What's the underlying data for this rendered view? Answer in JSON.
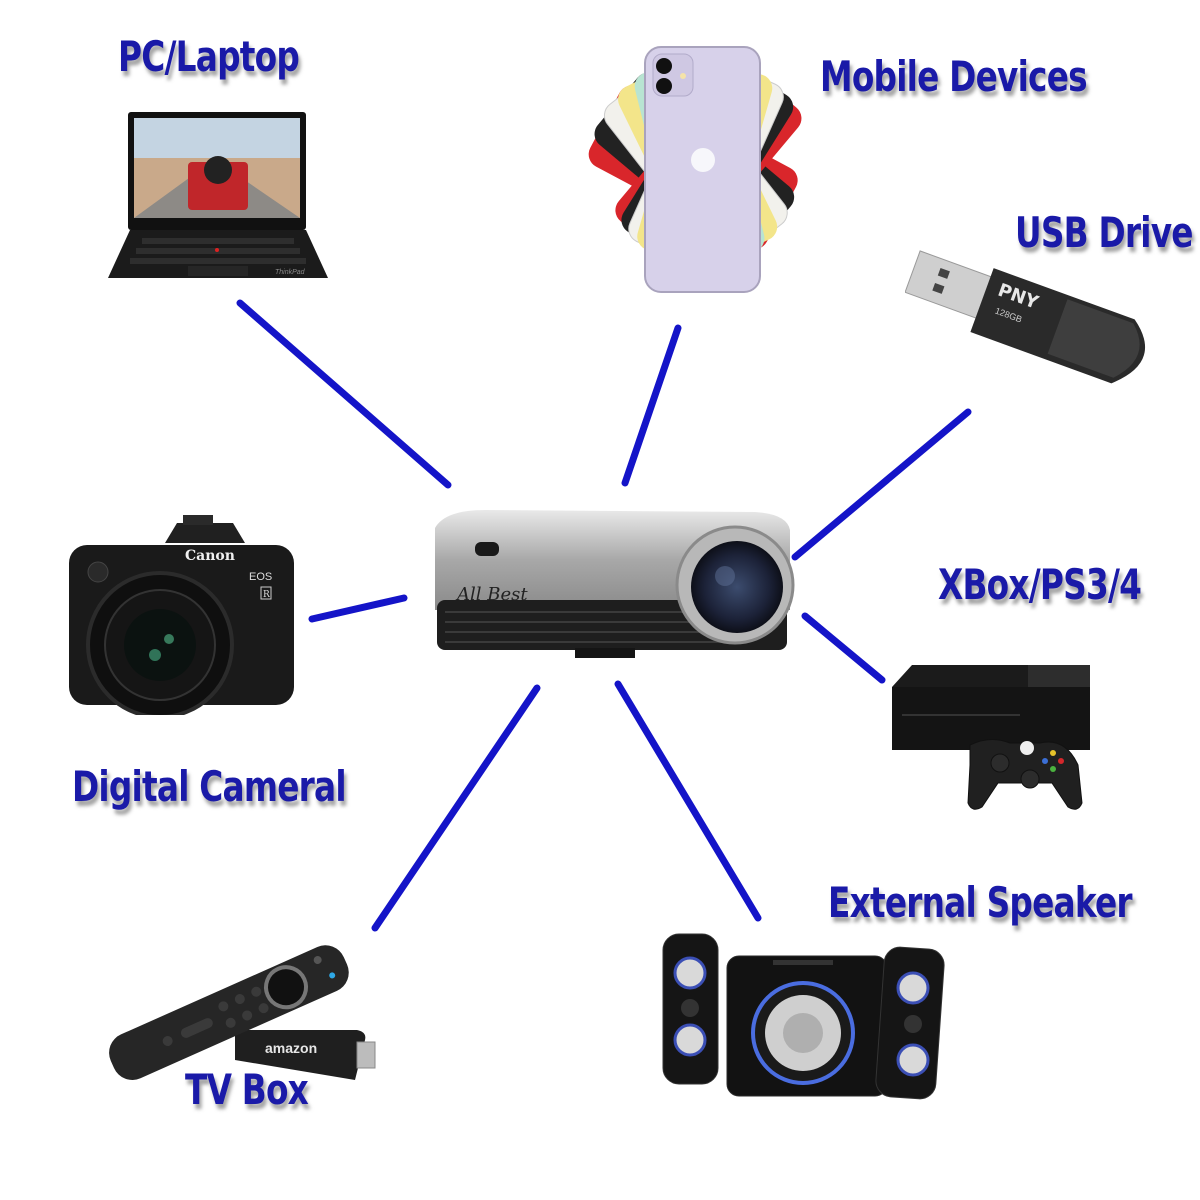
{
  "diagram": {
    "center": {
      "name": "Projector",
      "brand_text": "All Best"
    },
    "line_color": "#1414c8",
    "label_color": "#1a1aa8",
    "devices": [
      {
        "id": "pc",
        "label": "PC/Laptop",
        "icon": "laptop-icon",
        "brand_text": "ThinkPad"
      },
      {
        "id": "mobile",
        "label": "Mobile Devices",
        "icon": "smartphone-icon"
      },
      {
        "id": "usb",
        "label": "USB Drive",
        "icon": "usb-drive-icon",
        "brand_text": "PNY",
        "capacity": "128GB"
      },
      {
        "id": "xbox",
        "label": "XBox/PS3/4",
        "icon": "game-console-icon"
      },
      {
        "id": "camera",
        "label": "Digital Cameral",
        "icon": "camera-icon",
        "brand_text": "Canon",
        "model_text": "EOS",
        "model_badge": "R"
      },
      {
        "id": "tvbox",
        "label": "TV Box",
        "icon": "streaming-stick-icon",
        "brand_text": "amazon"
      },
      {
        "id": "speaker",
        "label": "External Speaker",
        "icon": "speaker-system-icon"
      }
    ]
  }
}
